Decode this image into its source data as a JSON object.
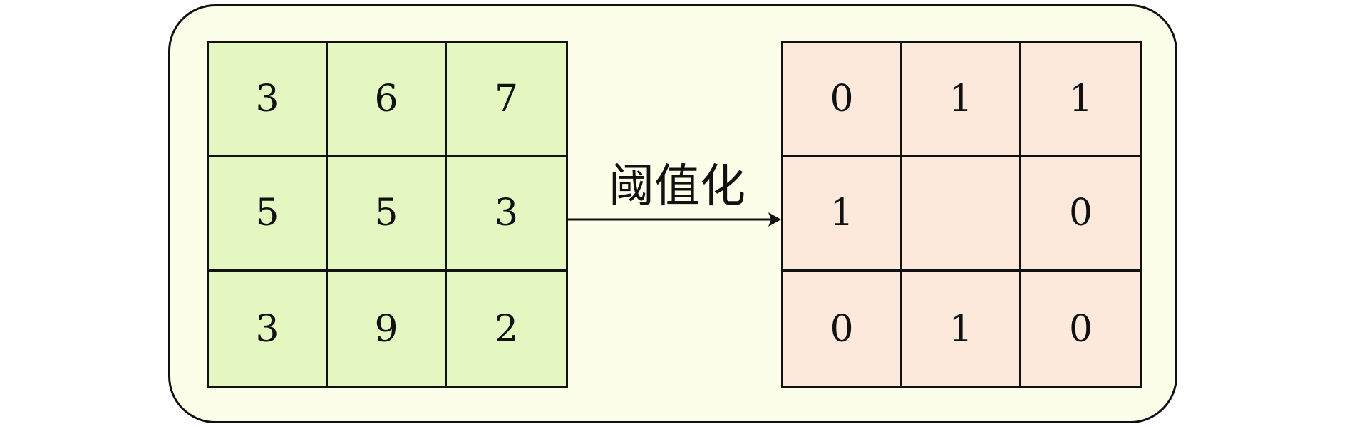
{
  "colors": {
    "panel_fill": "#fdfeea",
    "input_fill": "#e4f7c1",
    "output_fill": "#fde9dc",
    "stroke": "#111111"
  },
  "input_matrix": [
    [
      "3",
      "6",
      "7"
    ],
    [
      "5",
      "5",
      "3"
    ],
    [
      "3",
      "9",
      "2"
    ]
  ],
  "output_matrix": [
    [
      "0",
      "1",
      "1"
    ],
    [
      "1",
      "",
      "0"
    ],
    [
      "0",
      "1",
      "0"
    ]
  ],
  "arrow": {
    "label": "阈值化"
  }
}
